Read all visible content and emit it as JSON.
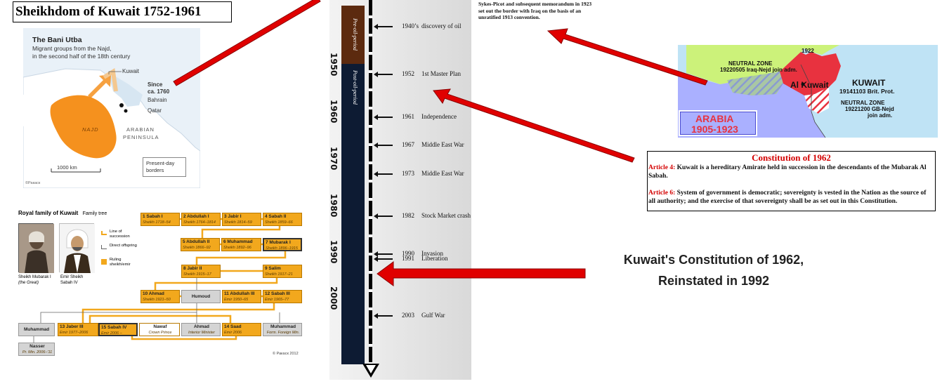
{
  "title": "Sheikhdom of Kuwait 1752-1961",
  "map": {
    "heading": "The Bani Utba",
    "subtitle_line1": "Migrant groups from the Najd,",
    "subtitle_line2": "in the second half of the 18th century",
    "kuwait": "Kuwait",
    "since_line1": "Since",
    "since_line2": "ca. 1760",
    "bahrain": "Bahrain",
    "qatar": "Qatar",
    "najd": "NAJD",
    "arabian": "ARABIAN",
    "peninsula": "PENINSULA",
    "scale": "1000 km",
    "borders_line1": "Present-day",
    "borders_line2": "borders",
    "credit": "©Ракаск",
    "najd_color": "#f5911e"
  },
  "tree": {
    "heading": "Royal family of Kuwait",
    "heading_sub": "Family tree",
    "legend": {
      "succession": "Line of succession",
      "offspring": "Direct offspring",
      "ruling": "Ruling sheikh/emir"
    },
    "portrait_left_line1": "Sheikh Mubarak I",
    "portrait_left_line2": "(the Great)",
    "portrait_right_line1": "Emir Sheikh",
    "portrait_right_line2": "Sabah IV",
    "copyright": "© Ракаск 2012",
    "boxes": {
      "sabah1": {
        "name": "1 Sabah I",
        "sub": "Sheikh 1718–54"
      },
      "abdullah1": {
        "name": "2 Abdullah I",
        "sub": "Sheikh 1764–1814"
      },
      "jabir1": {
        "name": "3 Jabir I",
        "sub": "Sheikh 1814–59"
      },
      "sabah2": {
        "name": "4 Sabah II",
        "sub": "Sheikh 1859–66"
      },
      "abdullah2": {
        "name": "5 Abdullah II",
        "sub": "Sheikh 1866–92"
      },
      "muhammad": {
        "name": "6 Muhammad",
        "sub": "Sheikh 1892–96"
      },
      "mubarak1": {
        "name": "7 Mubarak I",
        "sub": "Sheikh 1896–1915"
      },
      "jabir2": {
        "name": "8 Jabir II",
        "sub": "Sheikh 1915–17"
      },
      "salim": {
        "name": "9 Salim",
        "sub": "Sheikh 1917–21"
      },
      "ahmad": {
        "name": "10 Ahmad",
        "sub": "Sheikh 1921–50"
      },
      "humoud": {
        "name": "Humoud",
        "sub": ""
      },
      "abdullah3": {
        "name": "11 Abdullah III",
        "sub": "Emir 1950–65"
      },
      "sabah3": {
        "name": "12 Sabah III",
        "sub": "Emir 1965–77"
      },
      "muhammad2": {
        "name": "Muhammad",
        "sub": ""
      },
      "jaber3": {
        "name": "13 Jaber III",
        "sub": "Emir 1977–2006"
      },
      "sabah4": {
        "name": "15 Sabah IV",
        "sub": "Emir 2006 –"
      },
      "nawaf": {
        "name": "Nawaf",
        "sub": "Crown Prince"
      },
      "ahmad2": {
        "name": "Ahmad",
        "sub": "Interior Minister"
      },
      "saad": {
        "name": "14 Saad",
        "sub": "Emir 2006"
      },
      "muhammad3": {
        "name": "Muhammad",
        "sub": "Form. Foreign Min."
      },
      "nasser": {
        "name": "Nasser",
        "sub": "Pr. Min. 2006–'11"
      }
    }
  },
  "timeline": {
    "pre_oil_label": "Pre-oil-period",
    "post_oil_label": "Post-oil-period",
    "pre_oil_color": "#5c2a0f",
    "post_oil_color": "#0d1b33",
    "decades": [
      "1950",
      "1960",
      "1970",
      "1980",
      "1990",
      "2000"
    ],
    "events": [
      {
        "year": "1940’s",
        "label": "discovery of oil"
      },
      {
        "year": "1952",
        "label": "1st Master Plan"
      },
      {
        "year": "1961",
        "label": "Independence"
      },
      {
        "year": "1967",
        "label": "Middle East War"
      },
      {
        "year": "1973",
        "label": "Middle East War"
      },
      {
        "year": "1982",
        "label": "Stock Market crash"
      },
      {
        "year": "1990",
        "label": "Invasion"
      },
      {
        "year": "1991",
        "label": "Liberation"
      },
      {
        "year": "2003",
        "label": "Gulf War"
      }
    ]
  },
  "sykes_picot": "Sykes-Picot and subsequent memorandum in 1923 set out the border with Iraq on the basis of an unratified 1913 convention.",
  "kuwait_map": {
    "neutral_zone_1_line1": "NEUTRAL ZONE",
    "neutral_zone_1_line2": "19220505 Iraq-Nejd join adm.",
    "year_1922": "1922",
    "al_kuwait": "Al Kuwait",
    "kuwait_line1": "KUWAIT",
    "kuwait_line2": "19141103 Brit. Prot.",
    "neutral_zone_2_line1": "NEUTRAL ZONE",
    "neutral_zone_2_line2": "19221200 GB-Nejd",
    "neutral_zone_2_line3": "join adm.",
    "arabia_line1": "ARABIA",
    "arabia_line2": "1905-1923",
    "arabia_color": "#e8323f",
    "kuwait_color": "#e8323f",
    "iraq_color": "#ccf27a",
    "sea_color": "#bfe3f5"
  },
  "constitution": {
    "title": "Constitution of 1962",
    "article4_label": "Article 4:",
    "article4_text": "Kuwait is a hereditary Amirate held in succession in the descendants of the Mubarak Al Sabah.",
    "article6_label": "Article 6:",
    "article6_text": "System of government is democratic; sovereignty is vested in the Nation as the source of all authority; and the exercise of that sovereignty shall be as set out in this Constitution."
  },
  "reinstated_line1": "Kuwait's Constitution of 1962,",
  "reinstated_line2": "Reinstated in 1992",
  "arrow_color": "#e00000"
}
